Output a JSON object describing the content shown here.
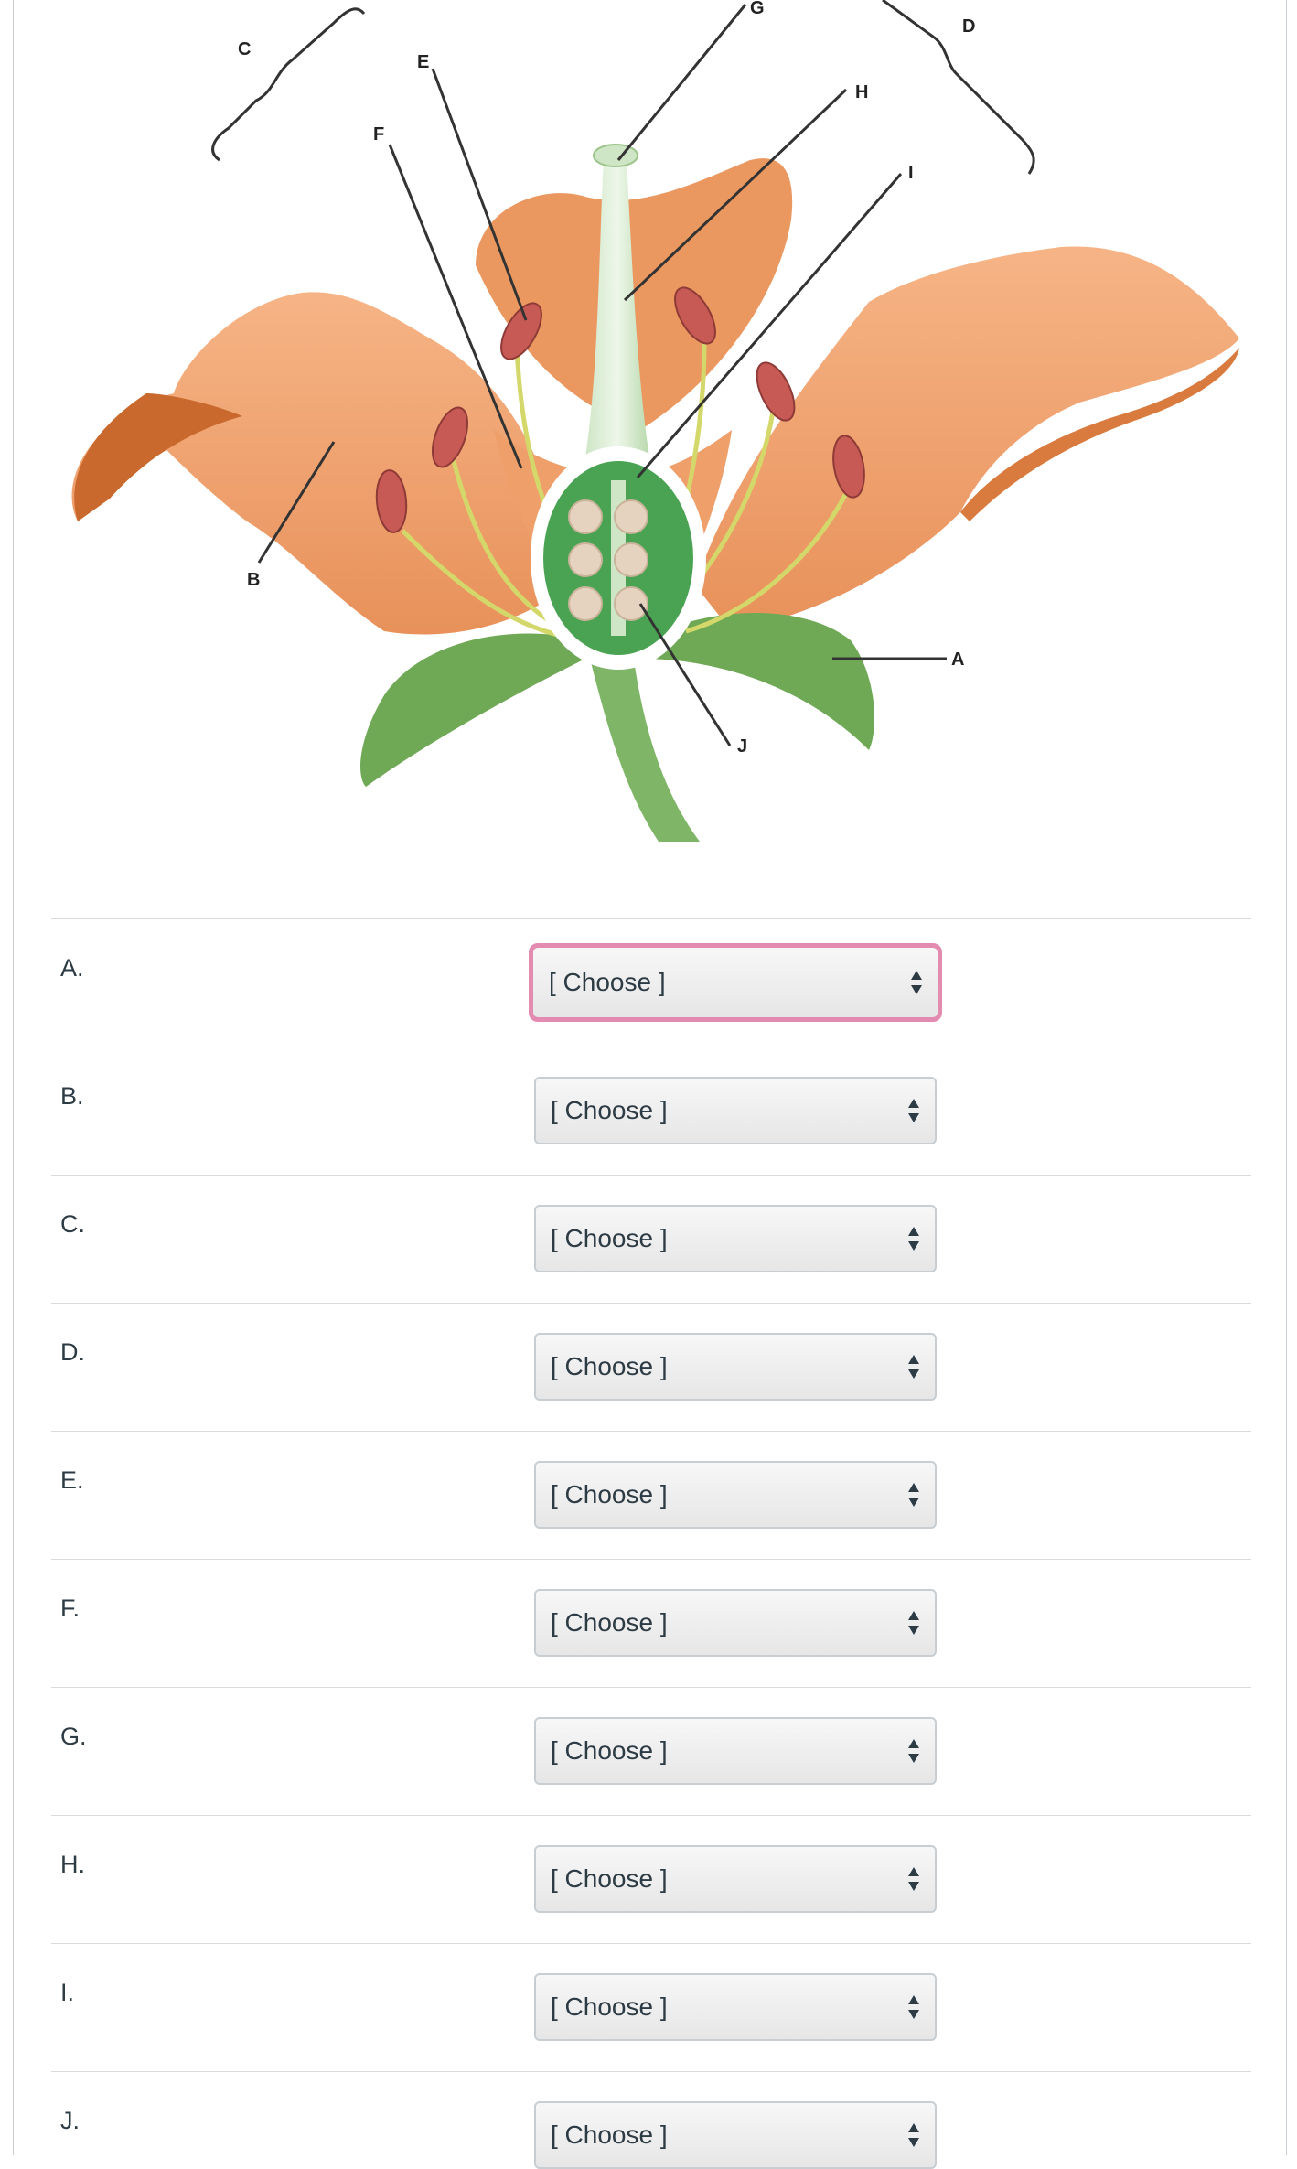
{
  "diagram": {
    "callouts": [
      "A",
      "B",
      "C",
      "D",
      "E",
      "F",
      "G",
      "H",
      "I",
      "J"
    ]
  },
  "select_placeholder": "[ Choose ]",
  "rows": [
    {
      "label": "A.",
      "value": "[ Choose ]"
    },
    {
      "label": "B.",
      "value": "[ Choose ]"
    },
    {
      "label": "C.",
      "value": "[ Choose ]"
    },
    {
      "label": "D.",
      "value": "[ Choose ]"
    },
    {
      "label": "E.",
      "value": "[ Choose ]"
    },
    {
      "label": "F.",
      "value": "[ Choose ]"
    },
    {
      "label": "G.",
      "value": "[ Choose ]"
    },
    {
      "label": "H.",
      "value": "[ Choose ]"
    },
    {
      "label": "I.",
      "value": "[ Choose ]"
    },
    {
      "label": "J.",
      "value": "[ Choose ]"
    }
  ],
  "colors": {
    "focus_ring": "#e48bb2",
    "petal": "#f0a777",
    "petal_dark": "#d97b3f",
    "sepal": "#6fa956",
    "ovary": "#4aa352",
    "anther": "#c85a55",
    "filament": "#d4d86a"
  }
}
